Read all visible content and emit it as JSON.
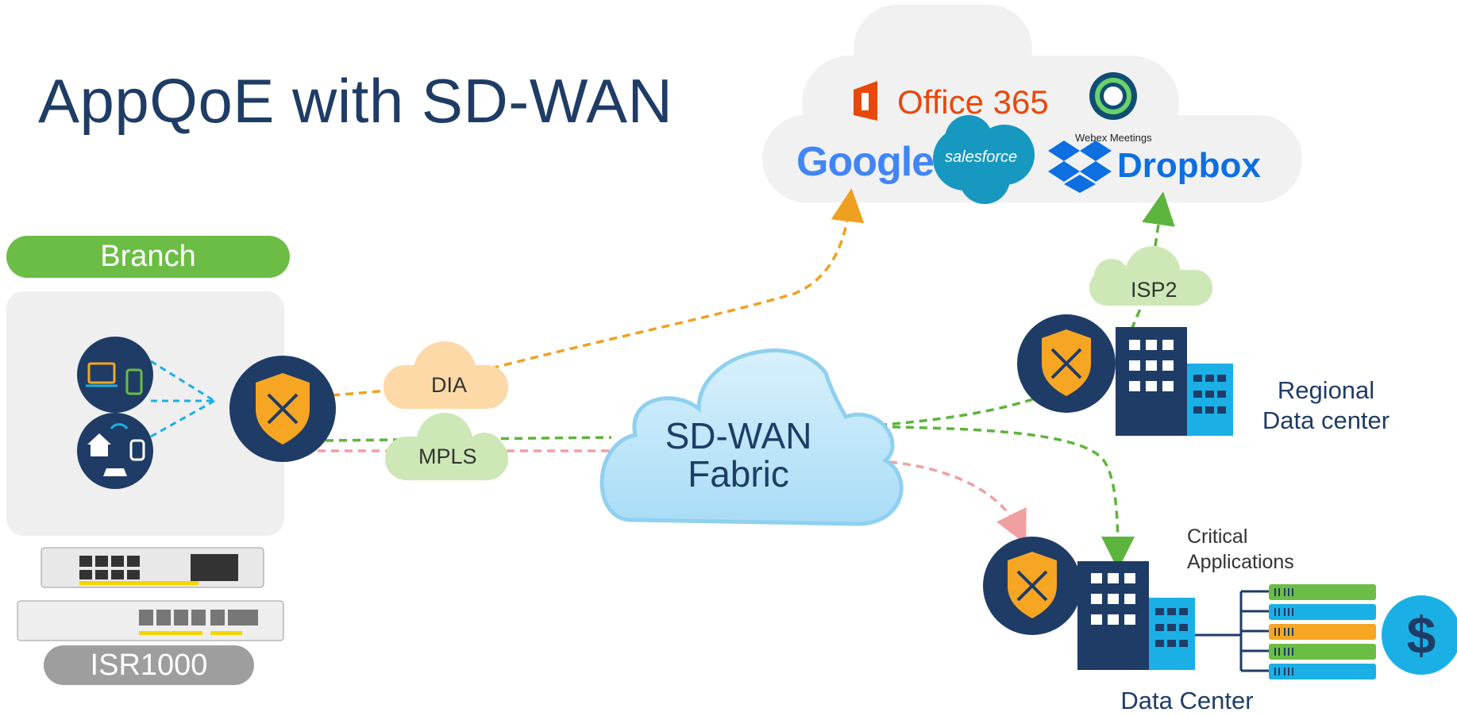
{
  "title": "AppQoE with SD-WAN",
  "branch_label": "Branch",
  "device_label": "ISR1000",
  "clouds": {
    "dia": "DIA",
    "mpls": "MPLS",
    "isp2": "ISP2",
    "fabric_line1": "SD-WAN",
    "fabric_line2": "Fabric"
  },
  "saas": {
    "office": "Office 365",
    "google": "Google",
    "salesforce": "salesforce",
    "webex": "Webex Meetings",
    "dropbox": "Dropbox"
  },
  "regional_dc": {
    "line1": "Regional",
    "line2": "Data center"
  },
  "data_center": "Data Center",
  "critical_apps": {
    "line1": "Critical",
    "line2": "Applications"
  },
  "colors": {
    "navy": "#1f3c66",
    "shield": "#f6a623",
    "green": "#6cbd45",
    "orange_path": "#f0a020",
    "green_path": "#5db43c",
    "pink_path": "#f0a0a0",
    "cyan": "#1ab0e6",
    "fabric_cloud": "#bfe6fb"
  },
  "icons": [
    "router-shield-icon",
    "building-icon",
    "server-rack-icon",
    "dollar-icon",
    "laptop-phone-icon",
    "smart-home-icon"
  ]
}
